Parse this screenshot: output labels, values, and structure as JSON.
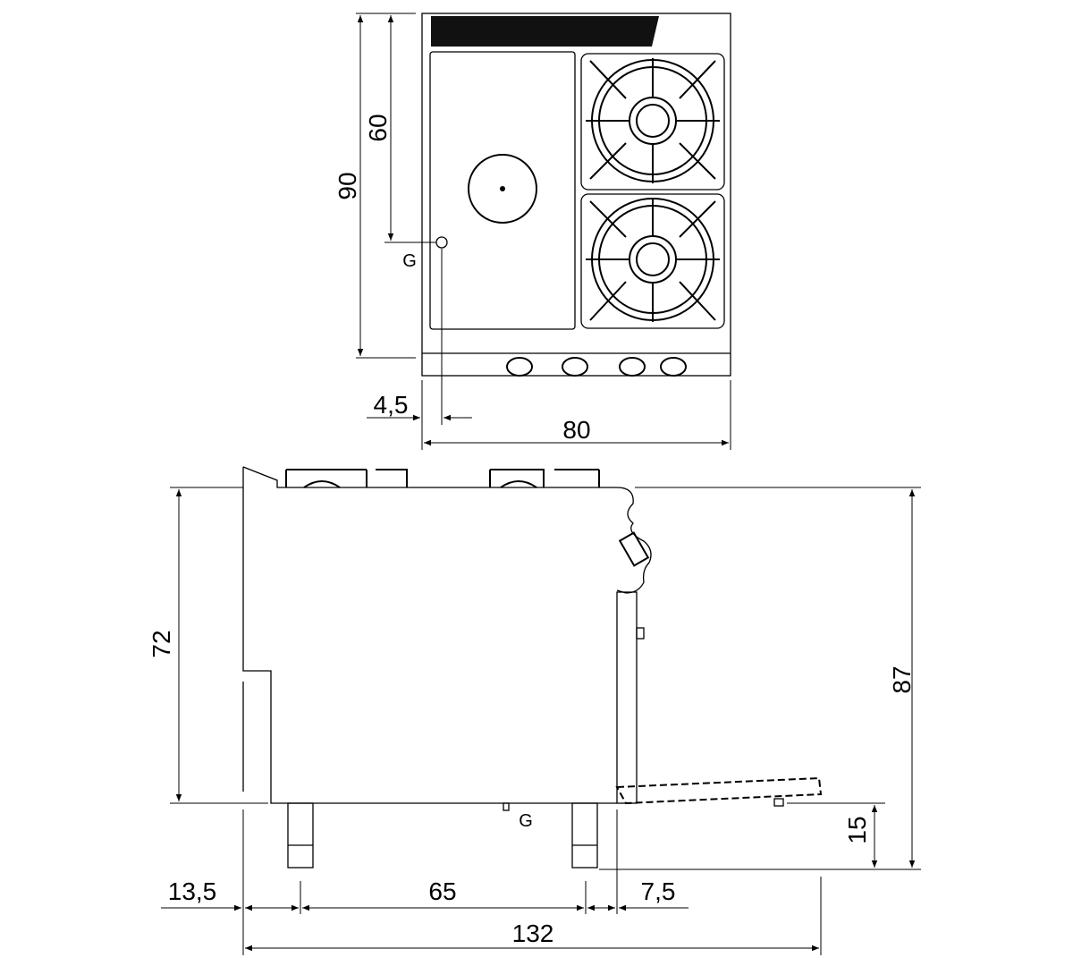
{
  "drawing": {
    "top_view": {
      "depth_total": "90",
      "gas_depth": "60",
      "gas_label": "G",
      "gas_offset": "4,5",
      "width": "80"
    },
    "side_view": {
      "height_worktop": "72",
      "height_total": "87",
      "leg_height": "15",
      "left_offset": "13,5",
      "leg_span": "65",
      "right_offset": "7,5",
      "overall_width": "132",
      "gas_label": "G"
    }
  }
}
